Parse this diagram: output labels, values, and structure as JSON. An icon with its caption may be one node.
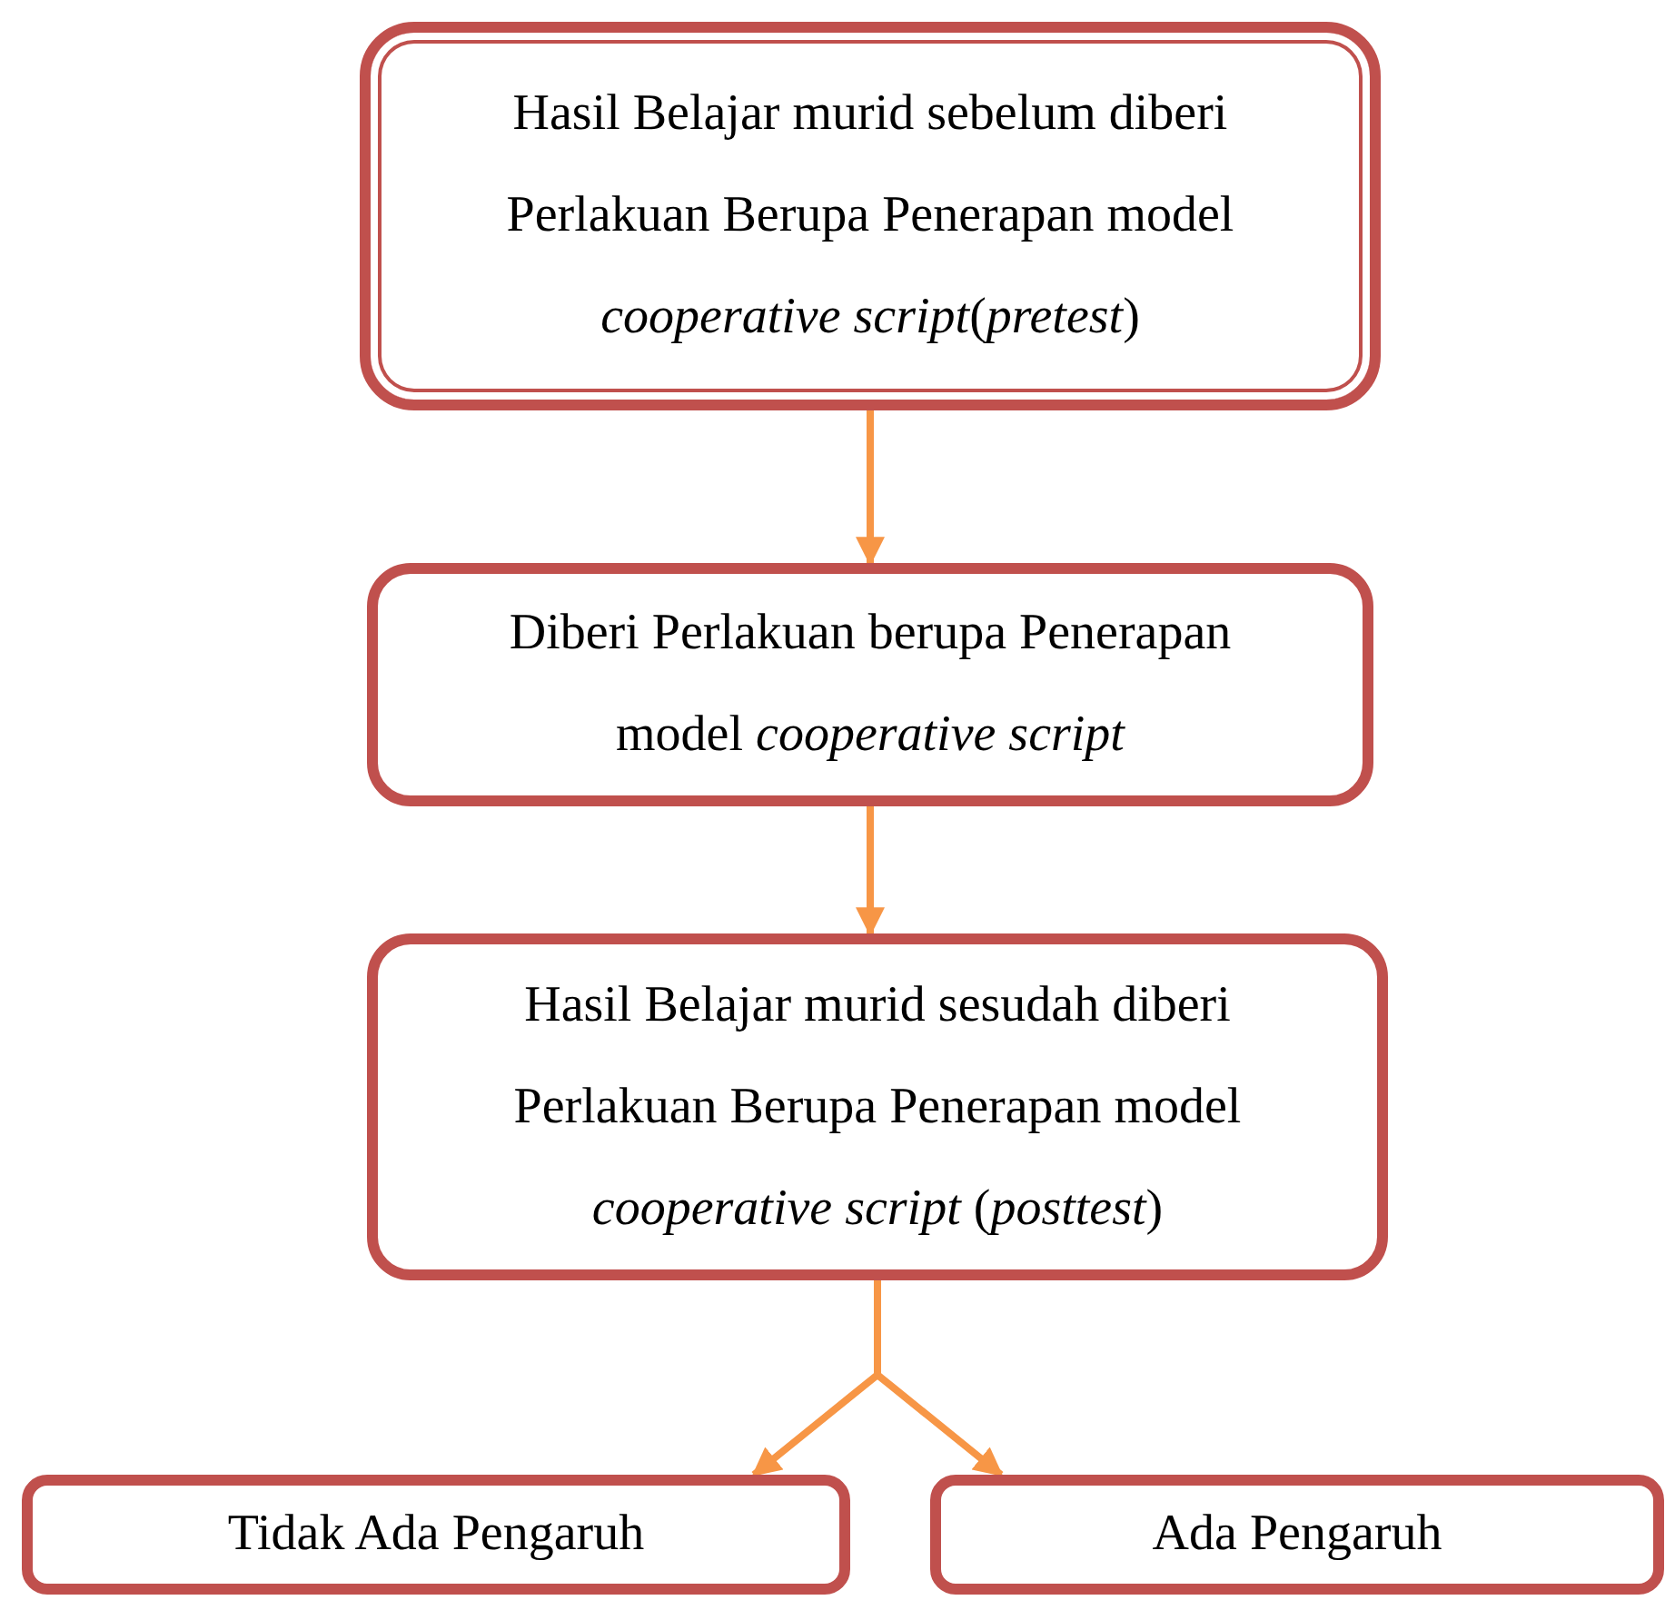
{
  "diagram": {
    "nodes": [
      {
        "text": [
          "Hasil Belajar murid sebelum diberi Perlakuan Berupa Penerapan model *cooperative script*(*pretest*)"
        ]
      },
      {
        "text": [
          "Diberi Perlakuan berupa Penerapan model *cooperative script*"
        ]
      },
      {
        "text": [
          "Hasil Belajar murid sesudah diberi Perlakuan Berupa Penerapan model *cooperative script* (*posttest*)"
        ]
      },
      {
        "text": [
          "Tidak Ada Pengaruh"
        ]
      },
      {
        "text": [
          "Ada Pengaruh"
        ]
      }
    ],
    "edges": [
      {
        "from": 0,
        "to": 1,
        "arrow": "to"
      },
      {
        "from": 1,
        "to": 2,
        "arrow": "to"
      },
      {
        "from": 2,
        "to": 3,
        "arrow": "to"
      },
      {
        "from": 2,
        "to": 4,
        "arrow": "to"
      }
    ]
  }
}
